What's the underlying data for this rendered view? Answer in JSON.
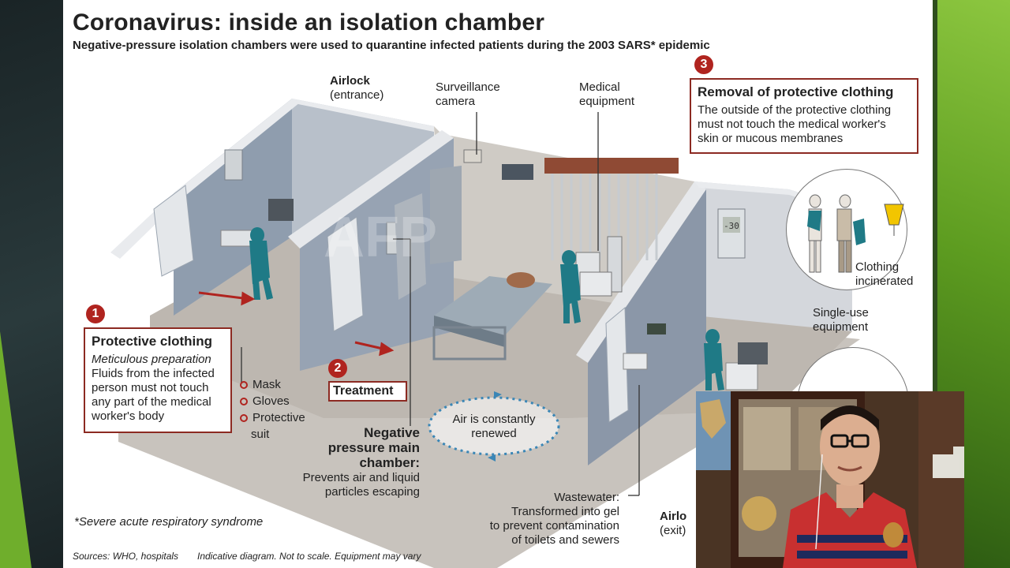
{
  "infographic": {
    "title": "Coronavirus: inside an isolation chamber",
    "subtitle": "Negative-pressure isolation chambers were used to quarantine infected patients during the 2003 SARS* epidemic",
    "labels": {
      "airlock_entrance_title": "Airlock",
      "airlock_entrance_sub": "(entrance)",
      "surveillance_1": "Surveillance",
      "surveillance_2": "camera",
      "medical_1": "Medical",
      "medical_2": "equipment",
      "air_renewed_1": "Air is constantly",
      "air_renewed_2": "renewed",
      "negative_1": "Negative",
      "negative_2": "pressure main",
      "negative_3": "chamber:",
      "negative_4": "Prevents air and liquid",
      "negative_5": "particles escaping",
      "wastewater_1": "Wastewater:",
      "wastewater_2": "Transformed into gel",
      "wastewater_3": "to prevent contamination",
      "wastewater_4": "of toilets and sewers",
      "airlock_exit_title": "Airlo",
      "airlock_exit_sub": "(exit)",
      "clothing_1": "Clothing",
      "clothing_2": "incinerated",
      "single_use_1": "Single-use",
      "single_use_2": "equipment",
      "monitor_value": "-30",
      "footnote": "*Severe acute respiratory syndrome",
      "sources": "Sources: WHO, hospitals",
      "disclaimer": "Indicative diagram. Not to scale. Equipment may vary"
    },
    "callouts": {
      "protective": {
        "number": "1",
        "heading": "Protective clothing",
        "italic": "Meticulous preparation",
        "line1": "Fluids from the infected",
        "line2": "person must not touch",
        "line3": "any part of the medical",
        "line4": "worker's body"
      },
      "items": [
        "Mask",
        "Gloves",
        "Protective",
        "suit"
      ],
      "treatment": {
        "number": "2",
        "label": "Treatment"
      },
      "removal": {
        "number": "3",
        "heading": "Removal of protective clothing",
        "line1": "The outside of the protective clothing",
        "line2": "must not touch the medical worker's",
        "line3": "skin or mucous membranes"
      }
    }
  },
  "colors": {
    "accent_red": "#b0241f",
    "box_border": "#8c2a22",
    "green_background": "#6fae2c",
    "teal_suit": "#1f7a86"
  }
}
